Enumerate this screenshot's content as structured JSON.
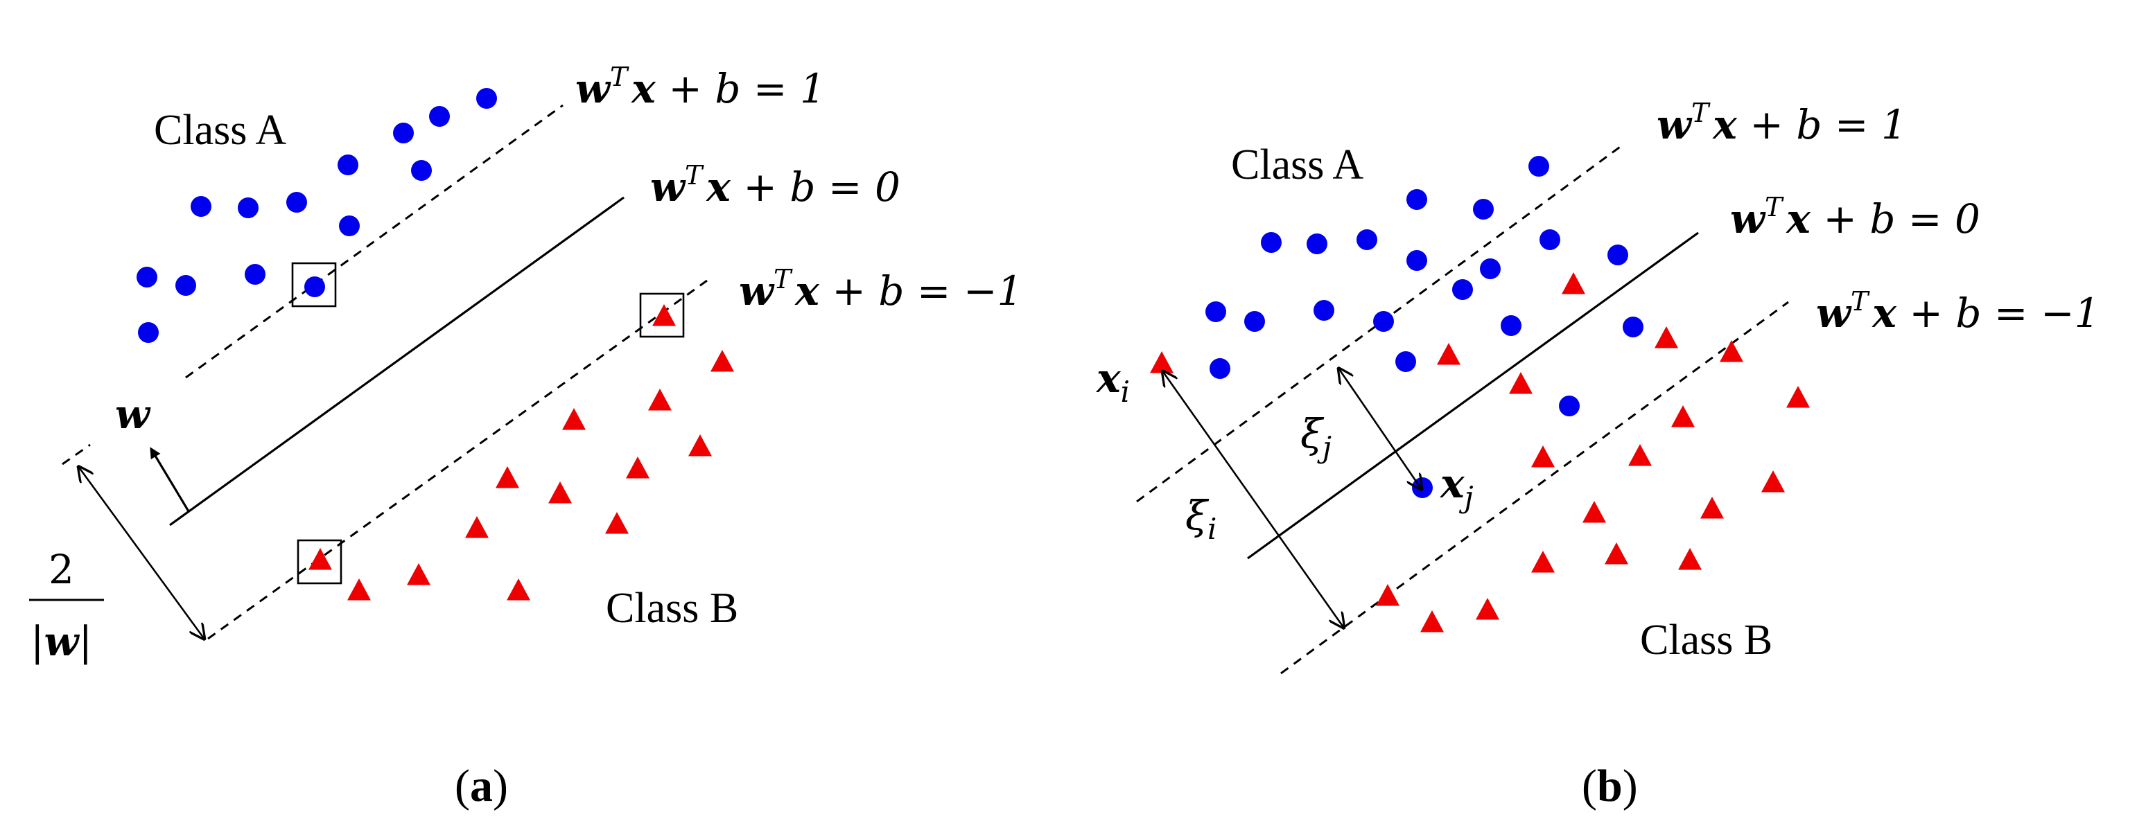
{
  "panel_a": {
    "class_a_label": "Class A",
    "class_b_label": "Class B",
    "eq_pos": {
      "w": "w",
      "T": "T",
      "x": "x",
      "rest": " + b = 1"
    },
    "eq_zero": {
      "w": "w",
      "T": "T",
      "x": "x",
      "rest": " + b = 0"
    },
    "eq_neg": {
      "w": "w",
      "T": "T",
      "x": "x",
      "rest": " + b = −1"
    },
    "w_label": "w",
    "margin_num": "2",
    "margin_den_left": "|",
    "margin_den_w": "w",
    "margin_den_right": "|",
    "caption_open": "(",
    "caption_letter": "a",
    "caption_close": ")"
  },
  "panel_b": {
    "class_a_label": "Class A",
    "class_b_label": "Class B",
    "eq_pos": {
      "w": "w",
      "T": "T",
      "x": "x",
      "rest": " + b = 1"
    },
    "eq_zero": {
      "w": "w",
      "T": "T",
      "x": "x",
      "rest": " + b = 0"
    },
    "eq_neg": {
      "w": "w",
      "T": "T",
      "x": "x",
      "rest": " + b = −1"
    },
    "xi_label": {
      "x": "x",
      "sub": "i"
    },
    "xj_label": {
      "x": "x",
      "sub": "j"
    },
    "slack_i": {
      "xi": "ξ",
      "sub": "i"
    },
    "slack_j": {
      "xi": "ξ",
      "sub": "j"
    },
    "caption_open": "(",
    "caption_letter": "b",
    "caption_close": ")"
  },
  "colors": {
    "class_a": "#0000ee",
    "class_b": "#ee0000",
    "line": "#000000"
  }
}
